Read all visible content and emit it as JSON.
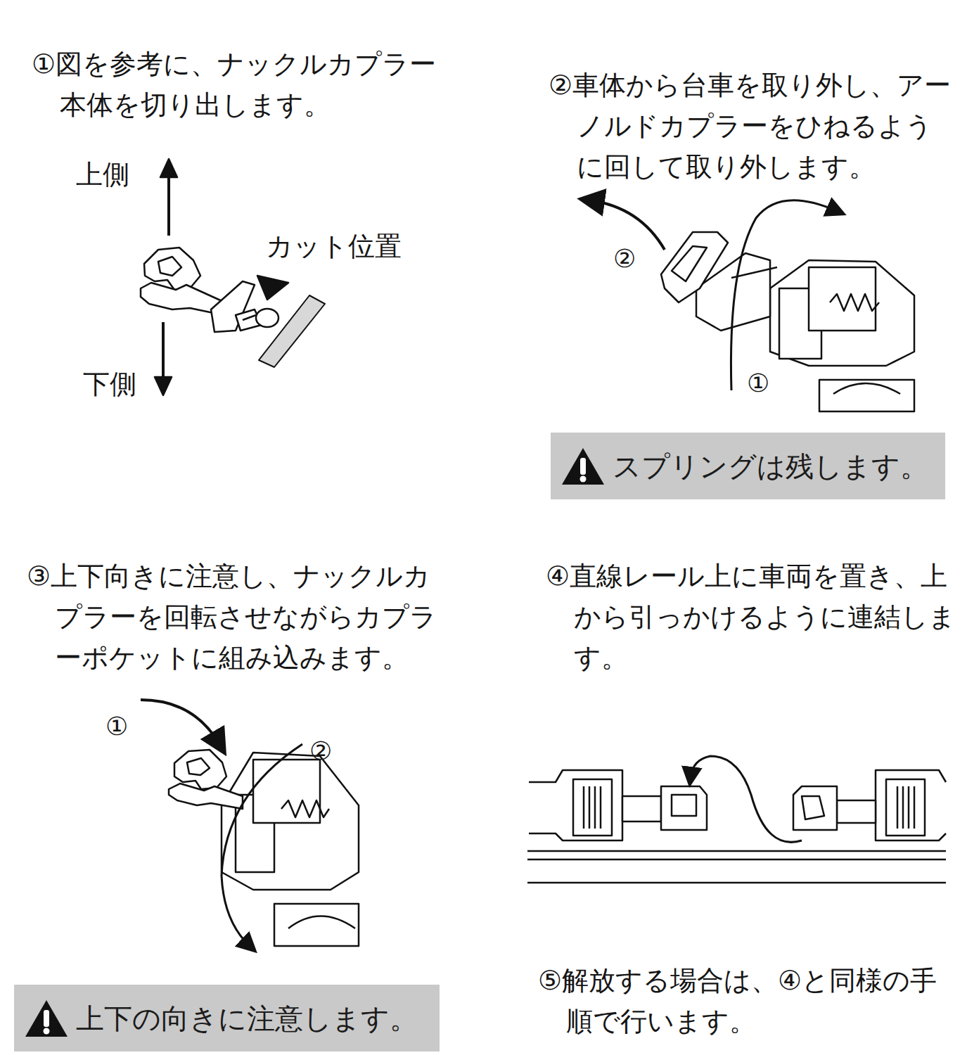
{
  "diagram": {
    "nodes": [
      {
        "text": [
          "スプリングは残します。"
        ]
      },
      {
        "text": [
          "上下の向きに注意します。"
        ]
      }
    ],
    "labels": [
      "①図を参考に、ナックルカプラー本体を切り出します。",
      "上側",
      "カット位置",
      "下側",
      "②車体から台車を取り外し、アーノルドカプラーをひねるように回して取り外します。",
      "②",
      "①",
      "③上下向きに注意し、ナックルカプラーを回転させながらカプラーポケットに組み込みます。",
      "①",
      "②",
      "④直線レール上に車両を置き、上から引っかけるように連結します。",
      "⑤解放する場合は、④と同様の手順で行います。"
    ]
  }
}
